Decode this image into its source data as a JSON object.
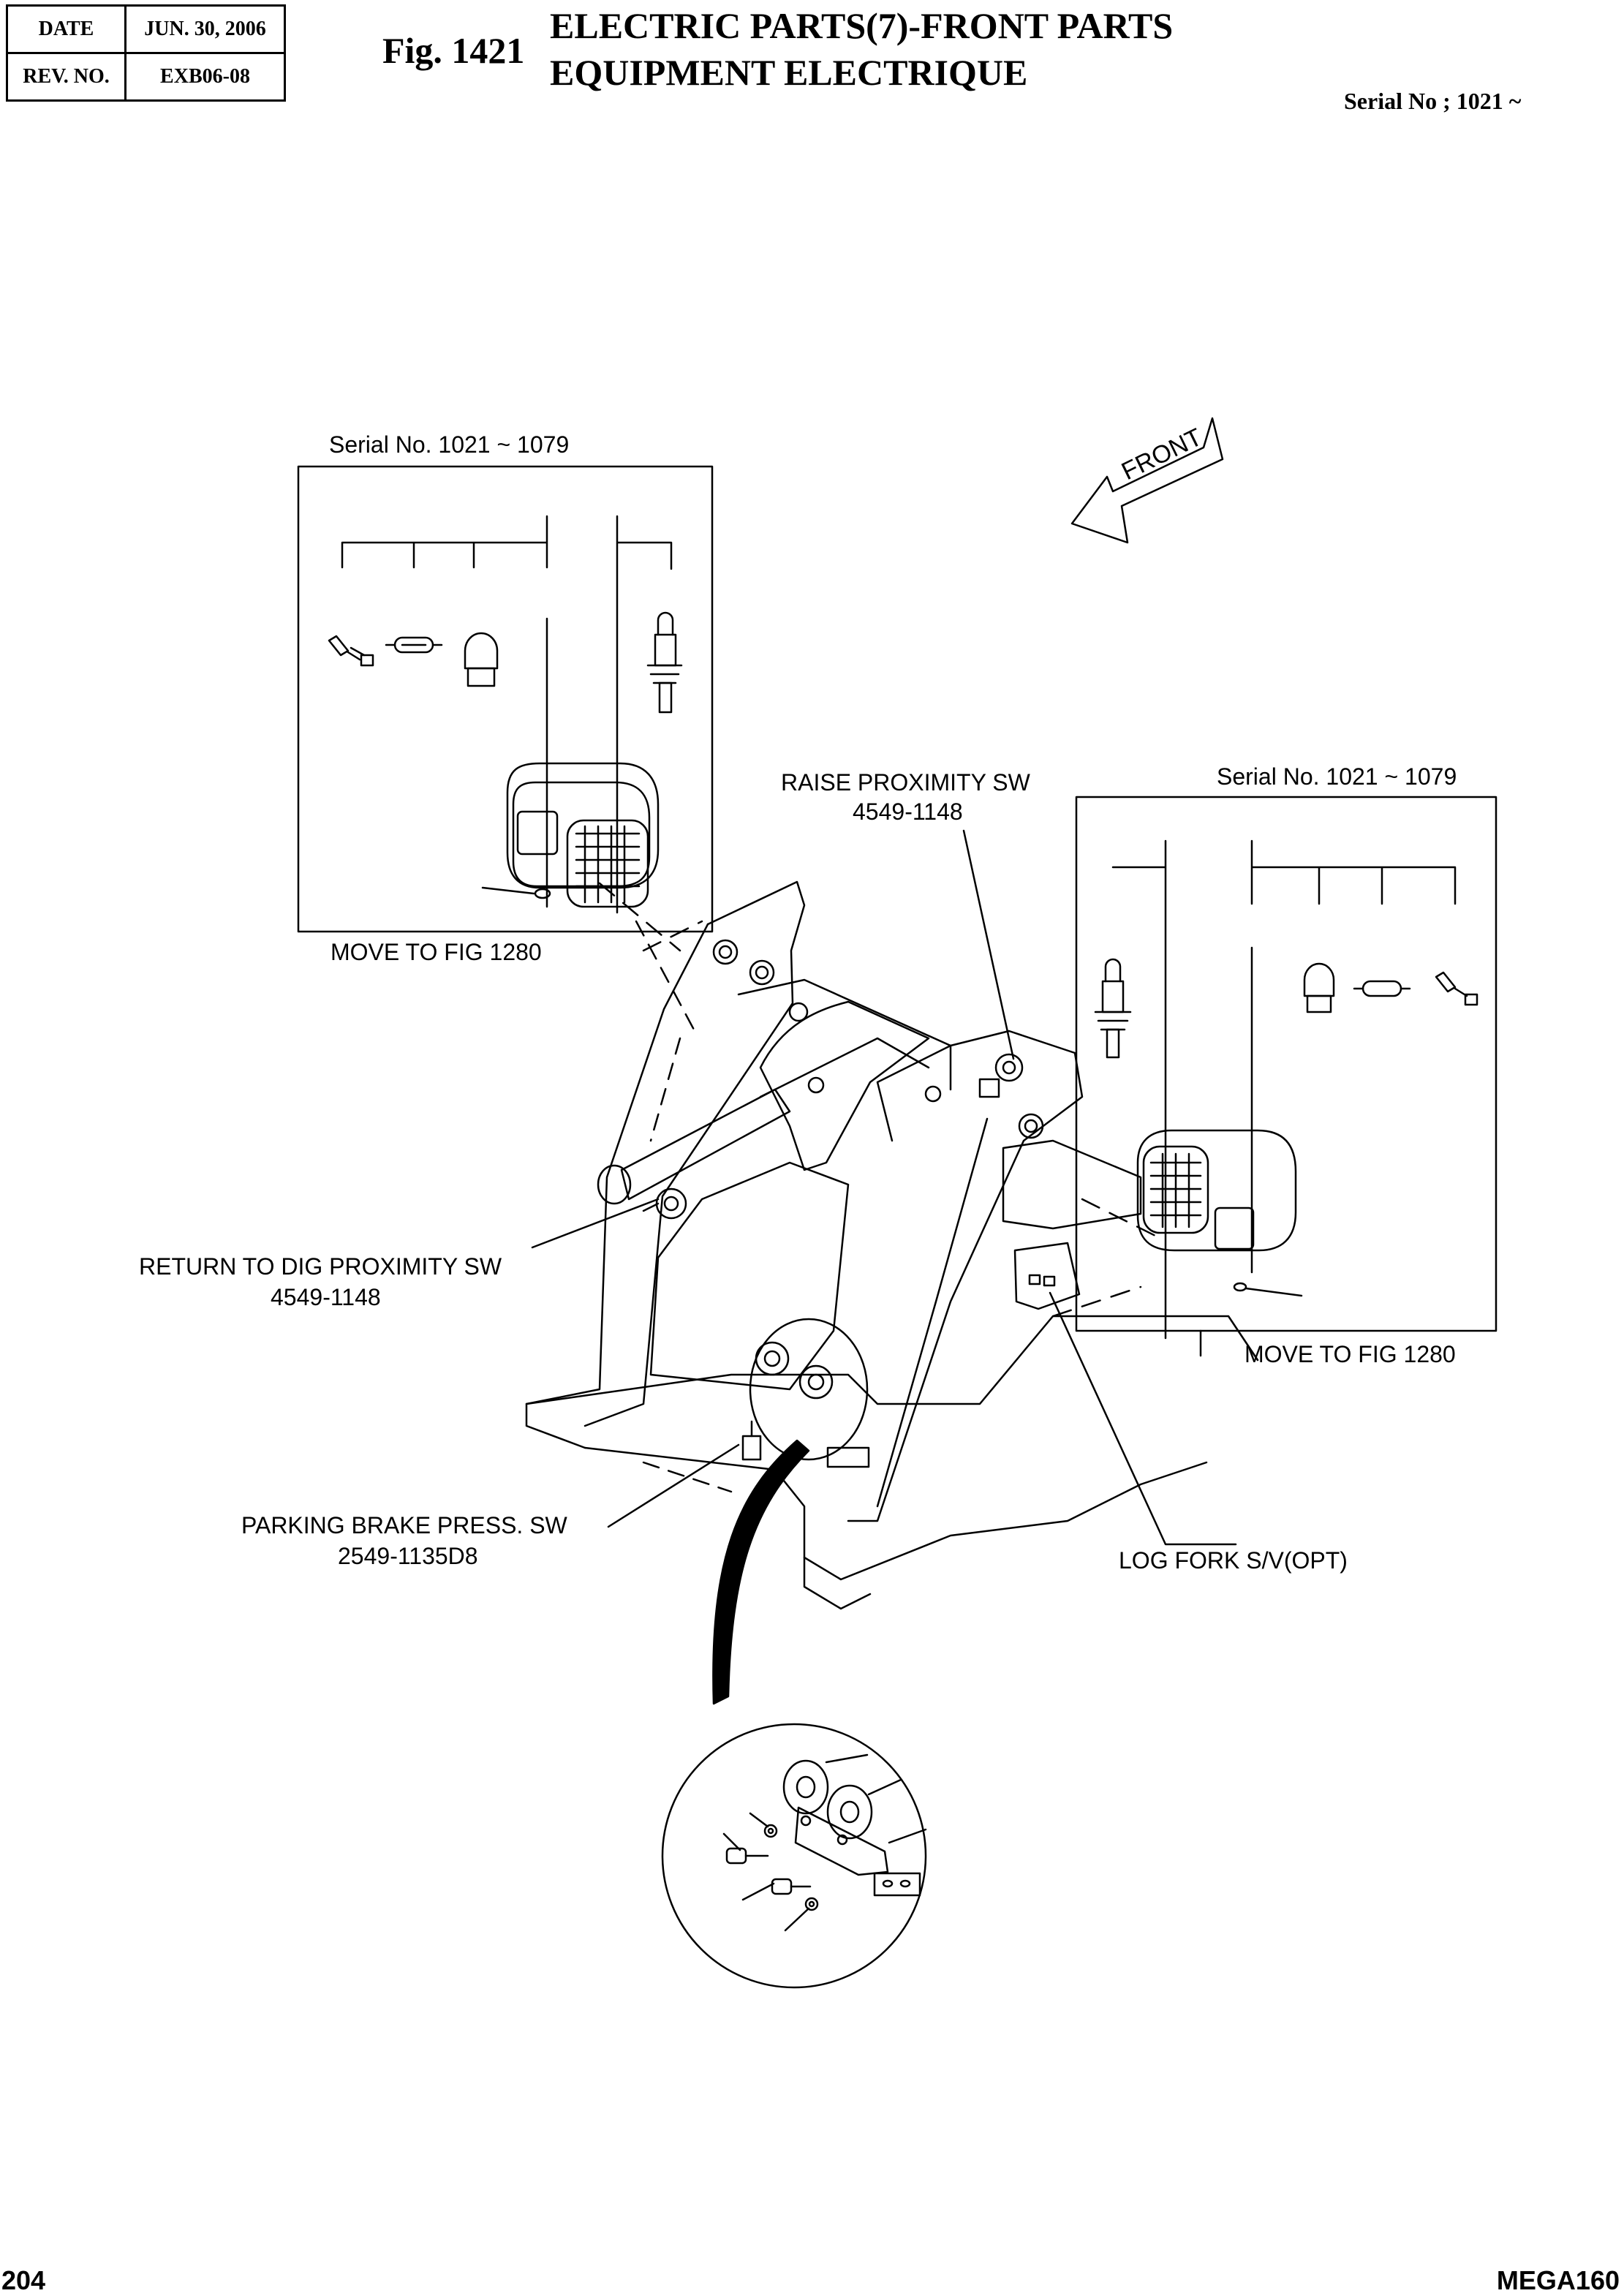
{
  "header": {
    "date_label": "DATE",
    "date_value": "JUN. 30, 2006",
    "rev_label": "REV. NO.",
    "rev_value": "EXB06-08",
    "fig_number": "Fig. 1421",
    "title_en": "ELECTRIC PARTS(7)-FRONT PARTS",
    "title_fr": "EQUIPMENT ELECTRIQUE",
    "serial": "Serial No ; 1021 ~"
  },
  "diagram": {
    "front_arrow": "FRONT",
    "left_box": {
      "serial": "Serial No. 1021 ~ 1079",
      "move_to": "MOVE TO FIG 1280"
    },
    "right_box": {
      "serial": "Serial No. 1021 ~ 1079",
      "move_to": "MOVE TO FIG 1280"
    },
    "callouts": {
      "raise_name": "RAISE PROXIMITY SW",
      "raise_part": "4549-1148",
      "return_name": "RETURN TO DIG PROXIMITY SW",
      "return_part": "4549-1148",
      "parking_name": "PARKING BRAKE PRESS. SW",
      "parking_part": "2549-1135D8",
      "logfork_name": "LOG FORK S/V(OPT)"
    }
  },
  "footer": {
    "page_number": "204",
    "model": "MEGA160"
  }
}
